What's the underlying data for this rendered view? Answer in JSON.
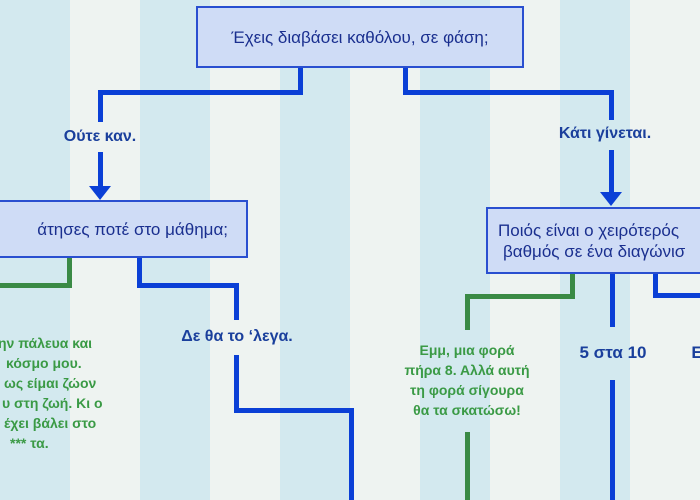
{
  "nodes": {
    "root_question": "Έχεις διαβάσει καθόλου, σε φάση;",
    "left_question": "άτησες ποτέ στο μάθημα;",
    "right_question_line1": "Ποιός είναι ο χειρότερός",
    "right_question_line2": "βαθμός σε ένα διαγώνισ"
  },
  "edges": {
    "root_left": "Ούτε καν.",
    "root_right": "Κάτι γίνεται.",
    "left_right": "Δε θα το ‘λεγα.",
    "right_middle": "5 στα 10",
    "right_far": "Ε"
  },
  "answers": {
    "left_green": [
      "ην πάλευα και",
      "κόσμο μου.",
      "ως είμαι ζώον",
      "υ στη ζωή. Κι ο",
      "έχει βάλει στο",
      "*** τα."
    ],
    "right_green": [
      "Εμμ, μια φορά",
      "πήρα 8. Αλλά αυτή",
      "τη φορά σίγουρα",
      "θα τα σκατώσω!"
    ]
  },
  "colors": {
    "line_blue": "#0a3fd6",
    "line_green": "#3a8a45",
    "box_fill": "#cfdcf6"
  }
}
